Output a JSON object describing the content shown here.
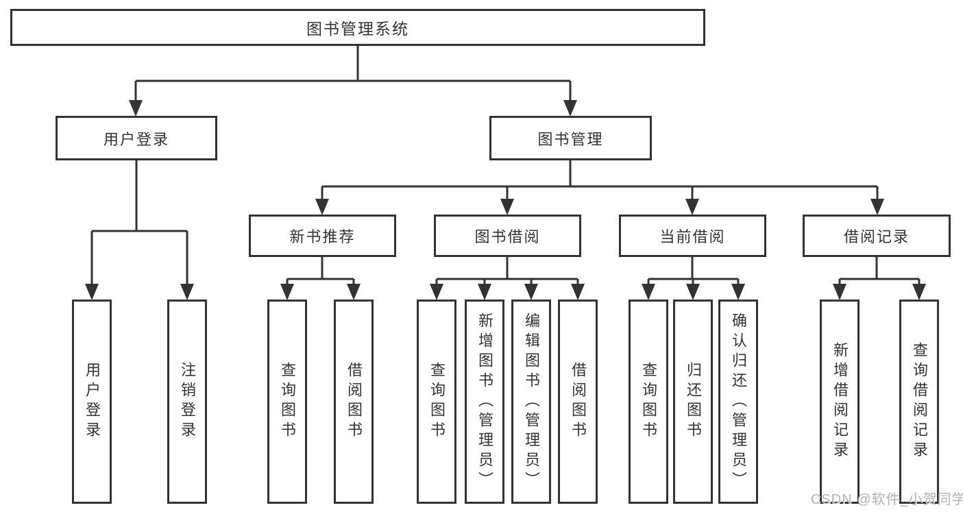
{
  "tree": {
    "root": {
      "label": "图书管理系统"
    },
    "children": [
      {
        "label": "用户登录",
        "children": [
          {
            "label": "用户登录"
          },
          {
            "label": "注销登录"
          }
        ]
      },
      {
        "label": "图书管理",
        "children": [
          {
            "label": "新书推荐",
            "children": [
              {
                "label": "查询图书"
              },
              {
                "label": "借阅图书"
              }
            ]
          },
          {
            "label": "图书借阅",
            "children": [
              {
                "label": "查询图书"
              },
              {
                "label": "新增图书（管理员）"
              },
              {
                "label": "编辑图书（管理员）"
              },
              {
                "label": "借阅图书"
              }
            ]
          },
          {
            "label": "当前借阅",
            "children": [
              {
                "label": "查询图书"
              },
              {
                "label": "归还图书"
              },
              {
                "label": "确认归还（管理员）"
              }
            ]
          },
          {
            "label": "借阅记录",
            "children": [
              {
                "label": "新增借阅记录"
              },
              {
                "label": "查询借阅记录"
              }
            ]
          }
        ]
      }
    ]
  },
  "watermark": {
    "text": "CSDN @软件_小贺同学"
  },
  "colors": {
    "line": "#333333",
    "text": "#333333",
    "box_background": "#ffffff",
    "watermark": "#b2b2b2",
    "background": "#ffffff"
  }
}
